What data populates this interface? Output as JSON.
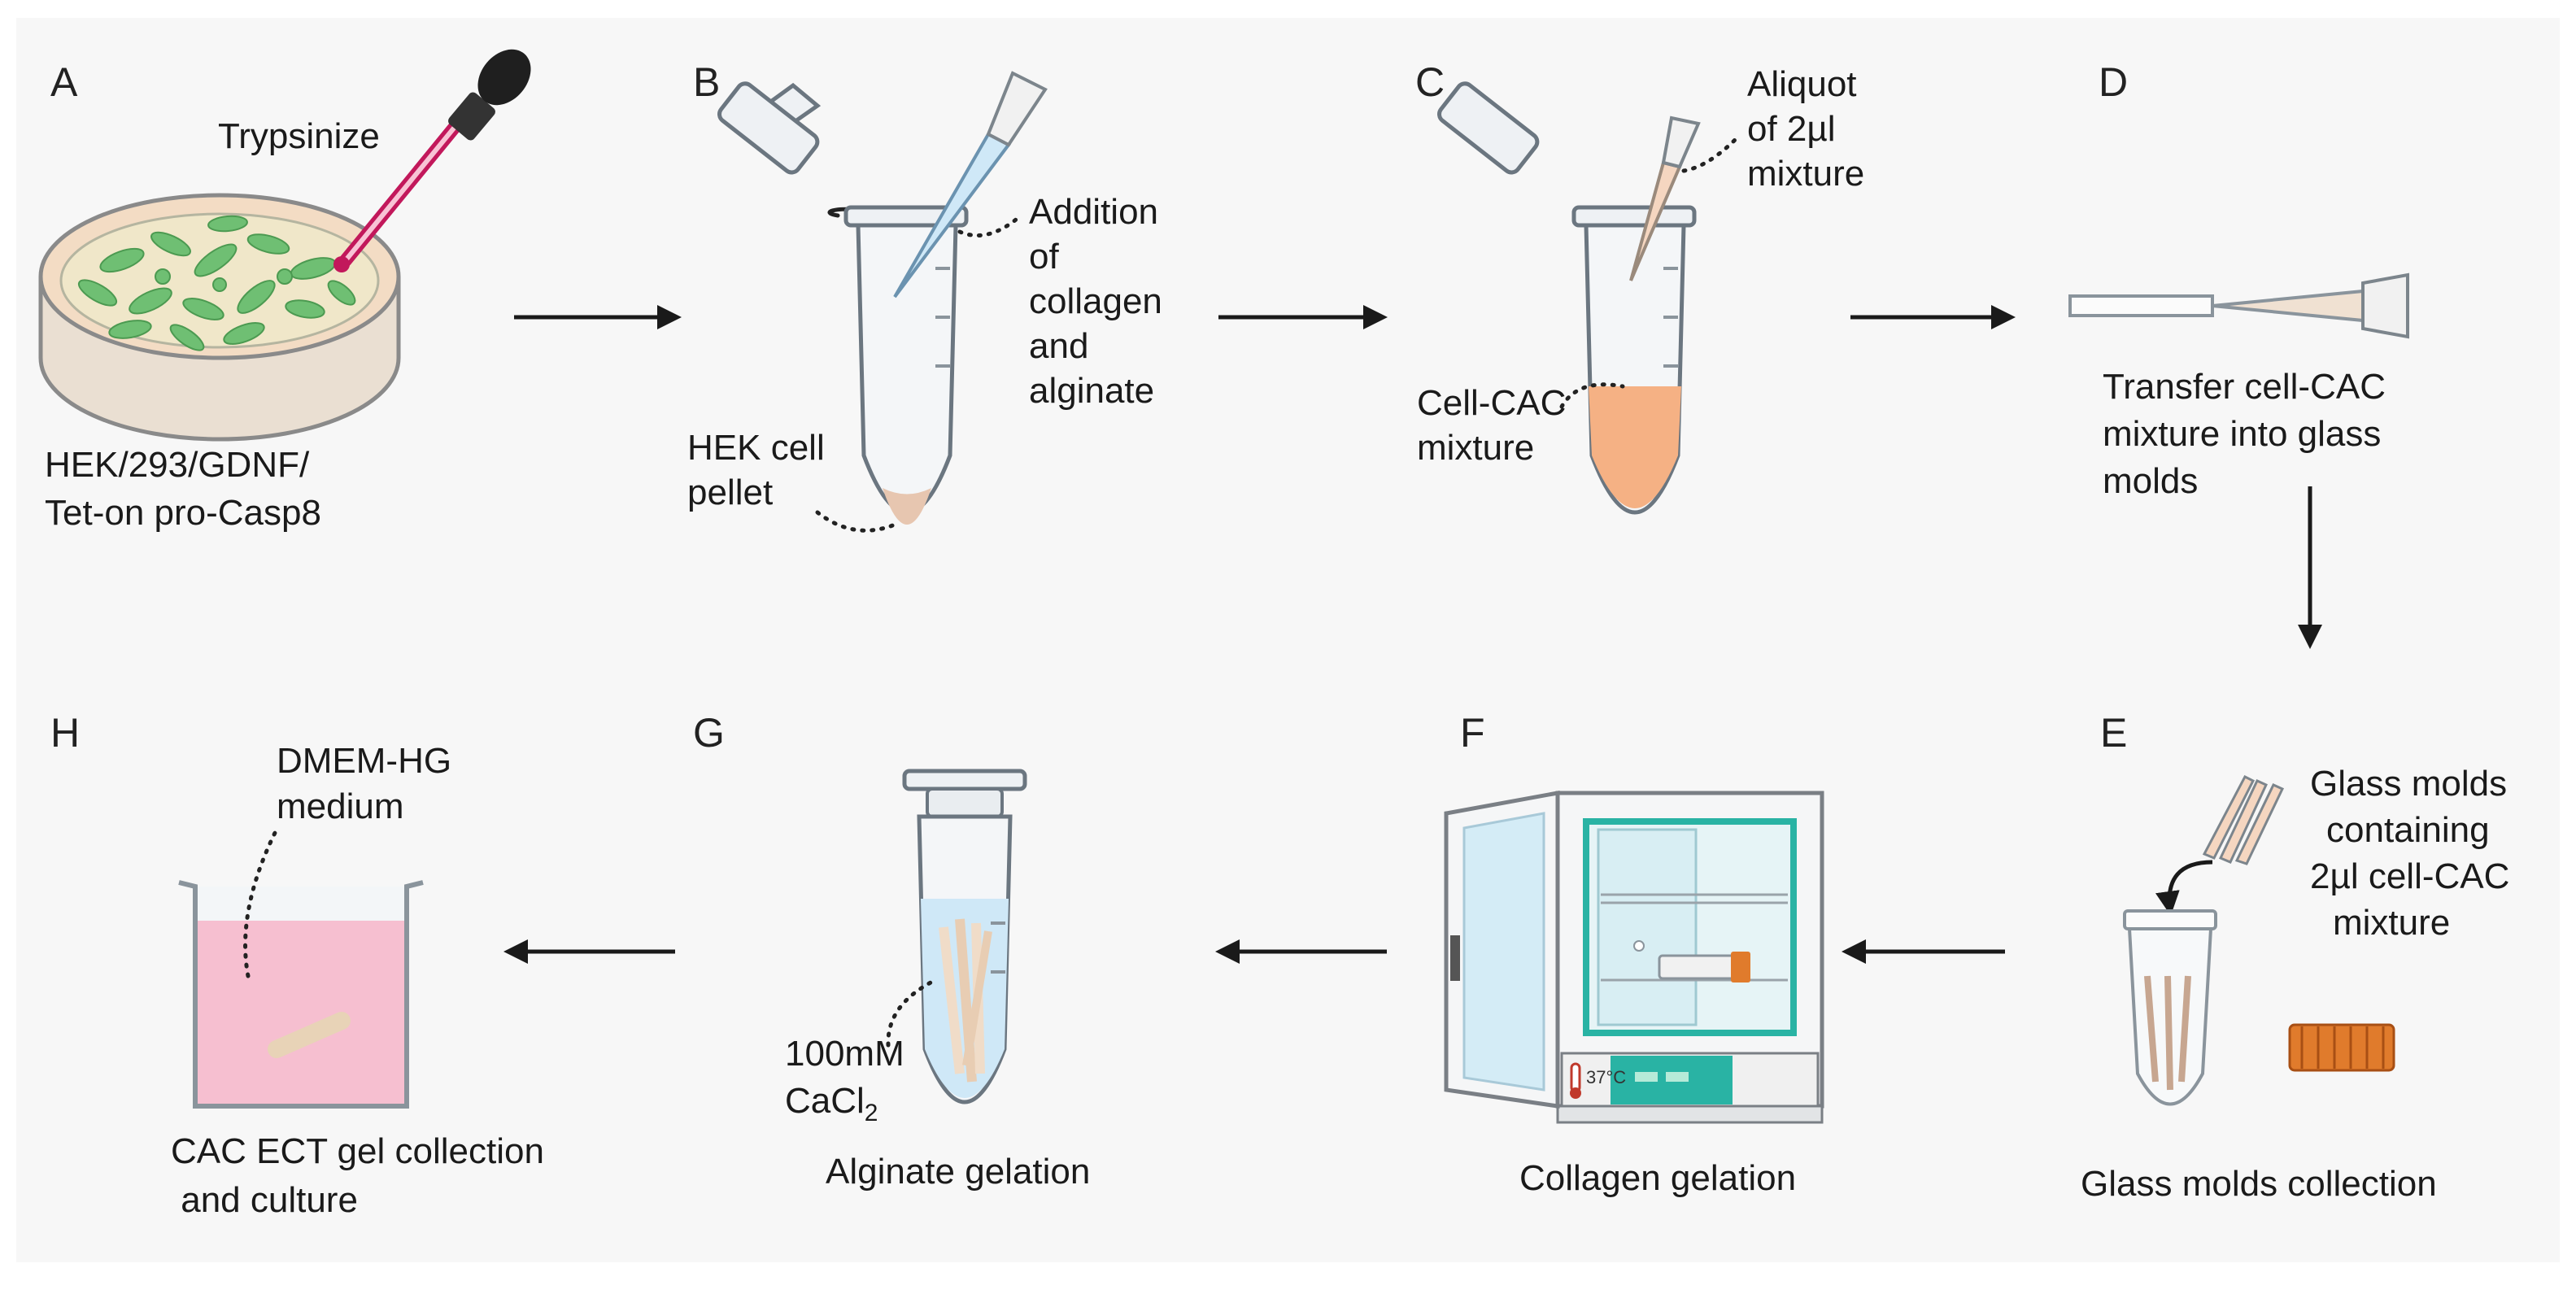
{
  "panels": {
    "A": {
      "letter": "A",
      "action": "Trypsinize",
      "cell_line": [
        "HEK/293/GDNF/",
        "Tet-on pro-Casp8"
      ]
    },
    "B": {
      "letter": "B",
      "addition": [
        "Addition",
        "of",
        "collagen",
        "and",
        "alginate"
      ],
      "pellet": [
        "HEK cell",
        "pellet"
      ]
    },
    "C": {
      "letter": "C",
      "aliquot": [
        "Aliquot",
        "of 2µl",
        "mixture"
      ],
      "mixture": [
        "Cell-CAC",
        "mixture"
      ]
    },
    "D": {
      "letter": "D",
      "transfer": [
        "Transfer cell-CAC",
        "mixture into glass",
        "molds"
      ]
    },
    "E": {
      "letter": "E",
      "molds_containing": [
        "Glass molds",
        "containing",
        "2µl cell-CAC",
        "mixture"
      ],
      "caption": "Glass molds collection"
    },
    "F": {
      "letter": "F",
      "temperature": "37°C",
      "caption": "Collagen gelation"
    },
    "G": {
      "letter": "G",
      "cacl_1": "100mM",
      "cacl_2": "CaCl",
      "cacl_sub": "2",
      "caption": "Alginate gelation"
    },
    "H": {
      "letter": "H",
      "medium": [
        "DMEM-HG",
        "medium"
      ],
      "caption": [
        "CAC ECT gel collection",
        " and culture"
      ]
    }
  },
  "colors": {
    "cells": "#6fbf73",
    "dish_media": "#f3dcc4",
    "pink_media": "#f6bfd0",
    "dropper": "#c2185b",
    "alginate_blue": "#cfe8f7",
    "cell_mixture": "#f5b184",
    "pellet": "#e7c6b0",
    "incubator_panel": "#29b3a4",
    "cap_orange": "#e07b2c"
  }
}
